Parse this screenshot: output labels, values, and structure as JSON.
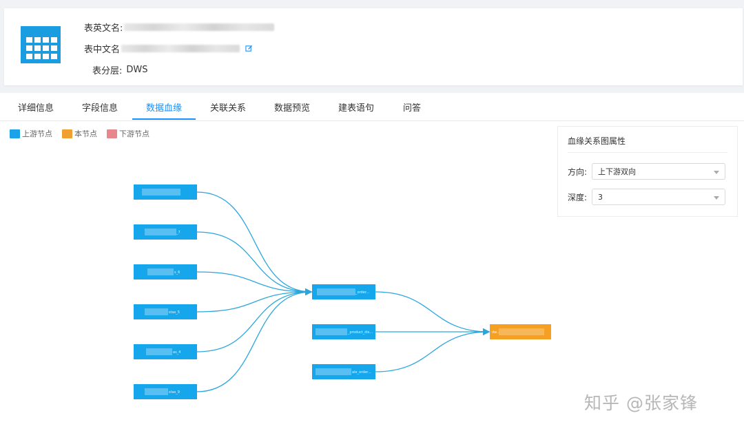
{
  "header": {
    "en_name_label": "表英文名:",
    "cn_name_label": "表中文名",
    "layer_label": "表分层:",
    "layer_value": "DWS"
  },
  "tabs": [
    {
      "label": "详细信息"
    },
    {
      "label": "字段信息"
    },
    {
      "label": "数据血缘"
    },
    {
      "label": "关联关系"
    },
    {
      "label": "数据预览"
    },
    {
      "label": "建表语句"
    },
    {
      "label": "问答"
    }
  ],
  "active_tab": "数据血缘",
  "legend": [
    {
      "label": "上游节点",
      "color": "#1aa3e8"
    },
    {
      "label": "本节点",
      "color": "#f0a030"
    },
    {
      "label": "下游节点",
      "color": "#e8868e"
    }
  ],
  "graph": {
    "upstream_color": "#16a6ec",
    "current_color": "#f5a023",
    "edge_color": "#2aa6dd",
    "nodes": {
      "u1": "",
      "u2": "_7",
      "u3": "s_6",
      "u4": "stas_5",
      "u5": "as_4",
      "u6": "stas_9",
      "m1": "_order...",
      "m2": "_product_dis...",
      "m3": "ale_order...",
      "c": "dw..."
    }
  },
  "props_panel": {
    "title": "血缘关系图属性",
    "direction_label": "方向:",
    "direction_value": "上下游双向",
    "depth_label": "深度:",
    "depth_value": "3"
  },
  "watermark": "知乎 @张家锋"
}
